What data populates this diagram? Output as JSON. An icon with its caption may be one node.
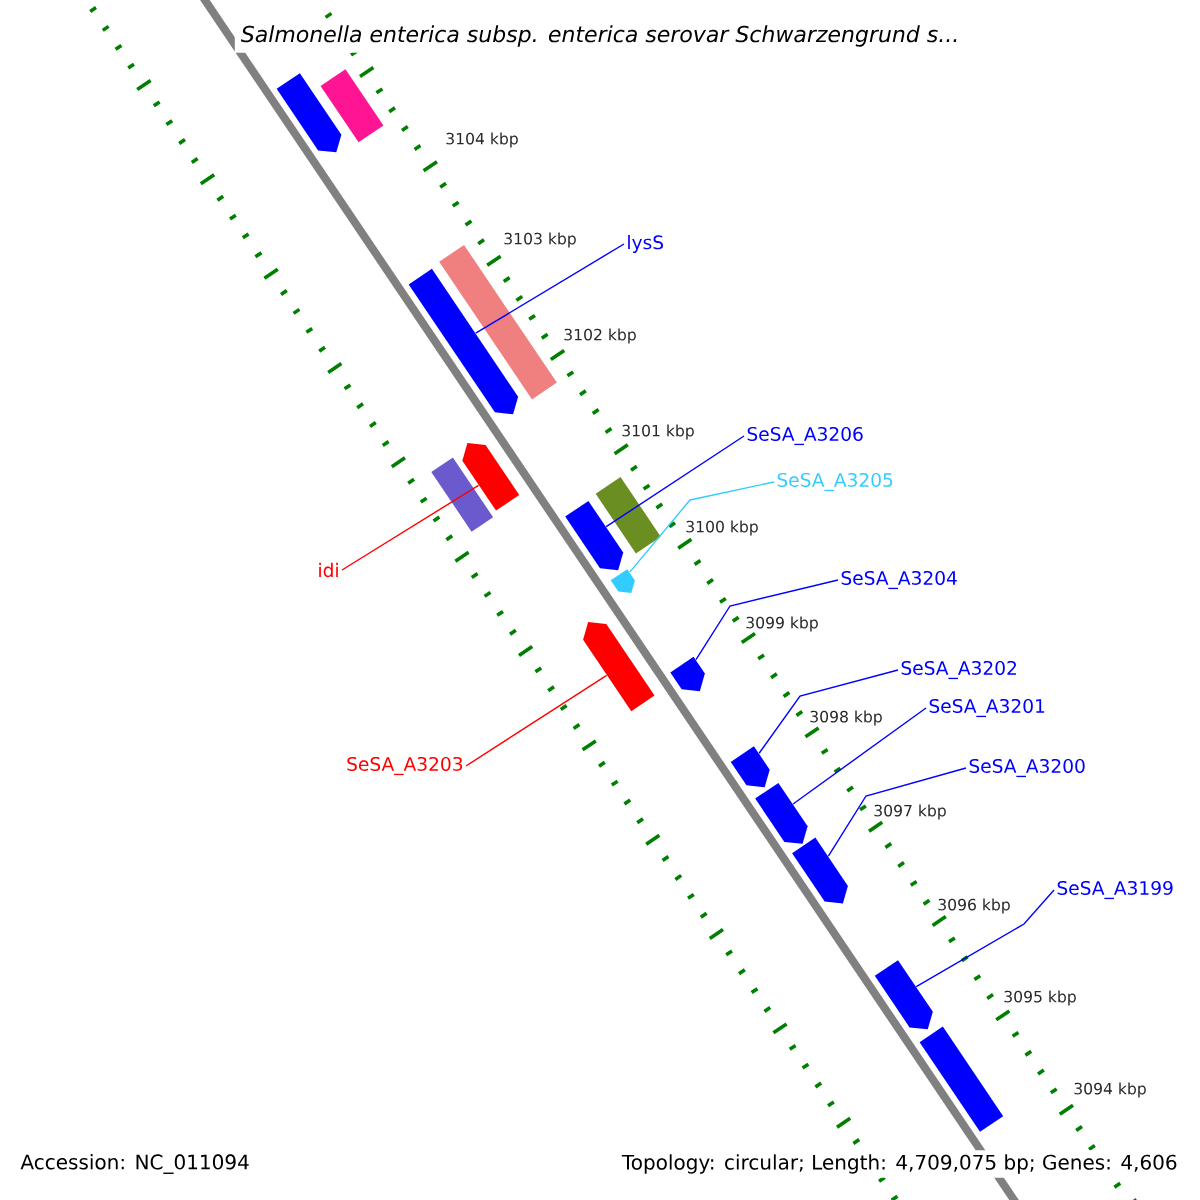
{
  "diagram": {
    "title": "*Salmonella enterica* subsp. *enterica* serovar Schwarzengrund s...",
    "nodes": [
      {
        "text": [
          "lysS"
        ]
      },
      {
        "text": [
          "SeSA_A3206"
        ]
      },
      {
        "text": [
          "SeSA_A3205"
        ]
      },
      {
        "text": [
          "idi"
        ]
      },
      {
        "text": [
          "SeSA_A3204"
        ]
      },
      {
        "text": [
          "SeSA_A3202"
        ]
      },
      {
        "text": [
          "SeSA_A3201"
        ]
      },
      {
        "text": [
          "SeSA_A3203"
        ]
      },
      {
        "text": [
          "SeSA_A3200"
        ]
      },
      {
        "text": [
          "SeSA_A3199"
        ]
      },
      {
        "text": [],
        "shape": "arrow"
      },
      {
        "text": [],
        "shape": "bar"
      },
      {
        "text": [],
        "shape": "arrow"
      },
      {
        "text": [],
        "shape": "bar"
      },
      {
        "text": [],
        "shape": "arrow"
      },
      {
        "text": [],
        "shape": "bar"
      },
      {
        "text": [],
        "shape": "arrow"
      },
      {
        "text": [],
        "shape": "bar"
      },
      {
        "text": [],
        "shape": "arrow"
      },
      {
        "text": [],
        "shape": "arrow"
      },
      {
        "text": [],
        "shape": "arrow"
      },
      {
        "text": [],
        "shape": "arrow"
      },
      {
        "text": [],
        "shape": "arrow"
      },
      {
        "text": [],
        "shape": "arrow"
      },
      {
        "text": [],
        "shape": "arrow"
      },
      {
        "text": [],
        "shape": "bar"
      }
    ],
    "edges": [
      {
        "from": 0,
        "to": 12,
        "arrow": "none"
      },
      {
        "from": 1,
        "to": 16,
        "arrow": "none"
      },
      {
        "from": 2,
        "to": 18,
        "arrow": "none",
        "color": "#33ccff"
      },
      {
        "from": 3,
        "to": 14,
        "arrow": "none",
        "color": "#ff0000"
      },
      {
        "from": 4,
        "to": 20,
        "arrow": "none"
      },
      {
        "from": 5,
        "to": 21,
        "arrow": "none"
      },
      {
        "from": 6,
        "to": 22,
        "arrow": "none"
      },
      {
        "from": 7,
        "to": 19,
        "arrow": "none",
        "color": "#ff0000"
      },
      {
        "from": 8,
        "to": 23,
        "arrow": "none"
      },
      {
        "from": 9,
        "to": 24,
        "arrow": "none"
      }
    ],
    "labels": [
      "3104 kbp",
      "3103 kbp",
      "3102 kbp",
      "3101 kbp",
      "3100 kbp",
      "3099 kbp",
      "3098 kbp",
      "3097 kbp",
      "3096 kbp",
      "3095 kbp",
      "3094 kbp",
      "Accession: NC_011094",
      "Topology: circular; Length: 4,709,075 bp; Genes: 4,606"
    ]
  }
}
